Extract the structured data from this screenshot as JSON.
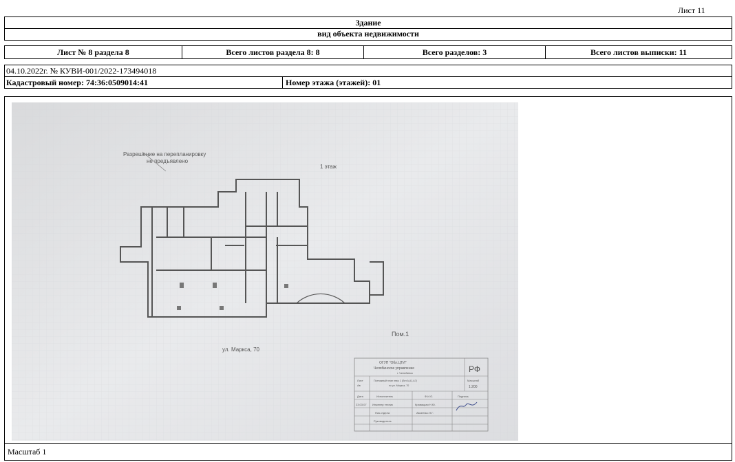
{
  "sheet_label": "Лист 11",
  "header": {
    "object_type": "Здание",
    "object_caption": "вид объекта недвижимости"
  },
  "info_row": {
    "sheet_of_section": "Лист № 8 раздела 8",
    "total_sheets_section": "Всего листов раздела 8: 8",
    "total_sections": "Всего разделов: 3",
    "total_extract_sheets": "Всего листов выписки: 11"
  },
  "doc_ref": "04.10.2022г. № КУВИ-001/2022-173494018",
  "cadastral": {
    "number_label": "Кадастровый номер: 74:36:0509014:41",
    "floor_label": "Номер этажа (этажей): 01"
  },
  "plan": {
    "note": [
      "Разрешение на перепланировку",
      "не предъявлено"
    ],
    "floor_title": "1 этаж",
    "street": "ул. Маркса, 70",
    "room_label": "Пом.1",
    "stamp": {
      "org_line1": "ОГУП \"Обл.ЦТИ\"",
      "org_line2": "Челябинское управление",
      "city": "г. Челябинск",
      "rf": "РФ",
      "sheet": "Лист",
      "sheet_num": "Ав",
      "desc_line1": "Поэтажный план этаж 1 (Лит.А,А1,А7)",
      "desc_line2": "по ул. Маркса, 70",
      "scale_label": "Масштаб",
      "scale_value": "1:200",
      "col_date": "Дата",
      "col_executor": "Исполнитель",
      "col_fio": "Ф.И.О.",
      "col_sign": "Подпись",
      "date_value": "23.03.07",
      "role1": "Инженер техник",
      "name1": "Кравацкая Н.Ю.",
      "role2": "Нач.отдела",
      "name2": "Авсеенко Л.Г.",
      "role3": "Руководитель"
    }
  },
  "footer": "Масштаб 1"
}
